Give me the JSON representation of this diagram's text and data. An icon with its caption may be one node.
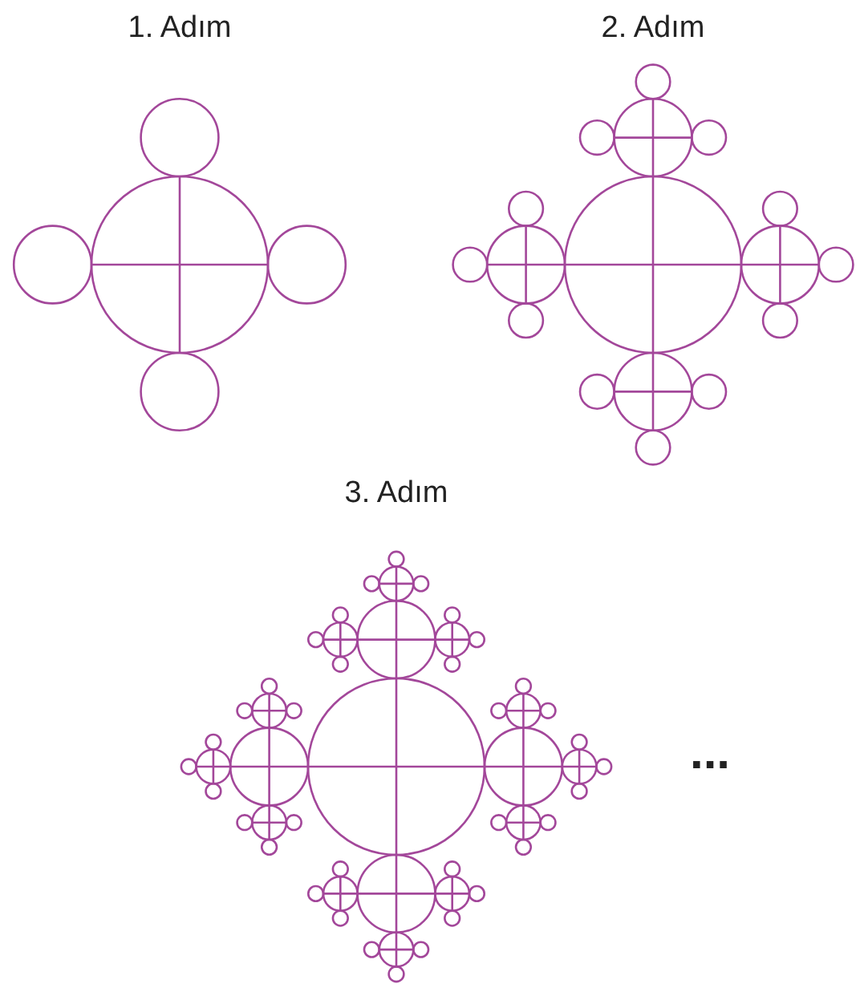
{
  "diagram": {
    "labels": [
      "1. Adım",
      "2. Adım",
      "3. Adım",
      "..."
    ]
  }
}
